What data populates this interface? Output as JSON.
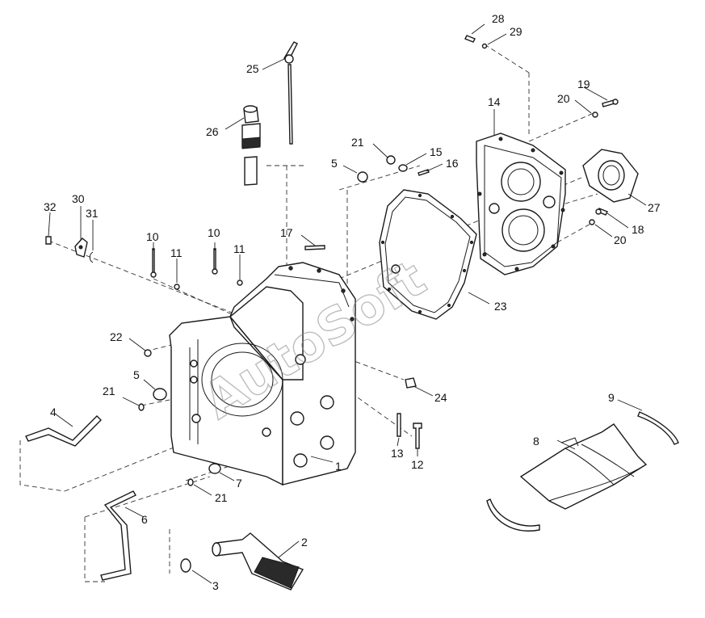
{
  "watermark": "AutoSoft",
  "callouts": [
    "1",
    "2",
    "3",
    "4",
    "5",
    "5",
    "6",
    "7",
    "8",
    "9",
    "10",
    "10",
    "11",
    "11",
    "12",
    "13",
    "14",
    "15",
    "16",
    "17",
    "18",
    "19",
    "20",
    "20",
    "21",
    "21",
    "21",
    "22",
    "23",
    "24",
    "25",
    "26",
    "27",
    "28",
    "29",
    "30",
    "31",
    "32"
  ]
}
